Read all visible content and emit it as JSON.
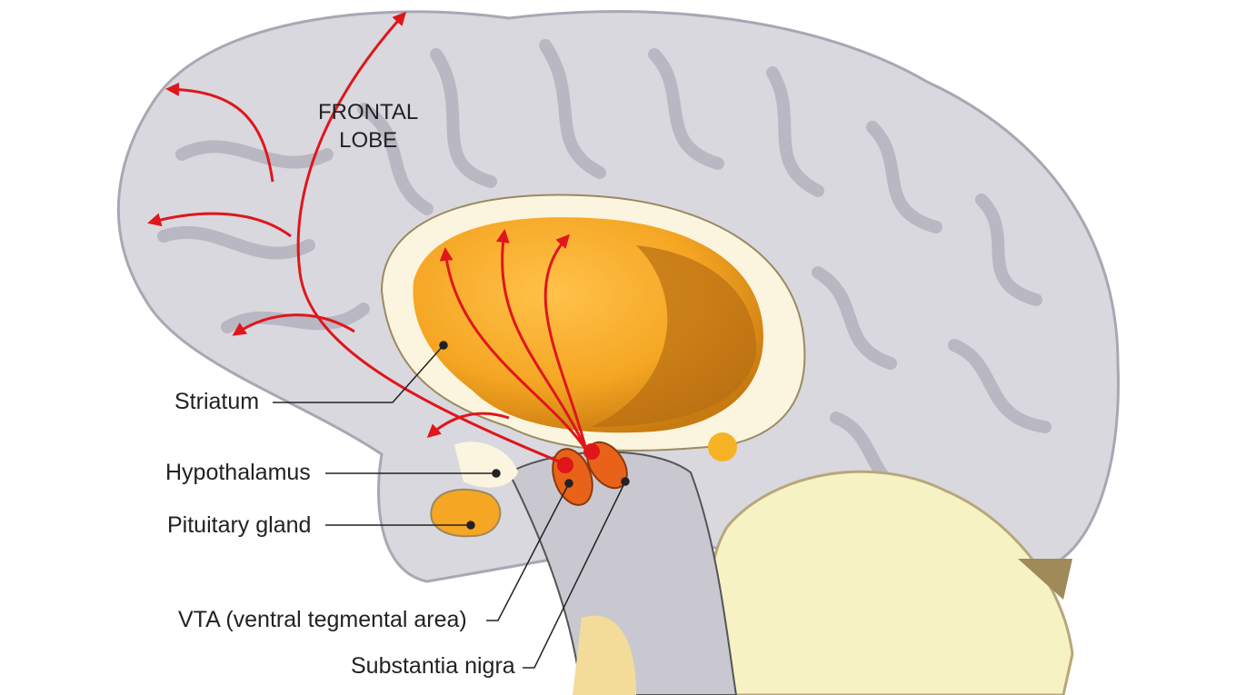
{
  "title_lines": [
    "FRONTAL",
    "LOBE"
  ],
  "labels": {
    "striatum": "Striatum",
    "hypothalamus": "Hypothalamus",
    "pituitary": "Pituitary gland",
    "vta": "VTA (ventral tegmental area)",
    "substantia_nigra": "Substantia nigra"
  },
  "colors": {
    "brain": "#d9d8df",
    "brain_fold": "#b9b7c2",
    "striatum": "#f5a623",
    "striatum_dark": "#b86e12",
    "pathway": "#e0161b",
    "cerebellum": "#f7f2c4",
    "nucleus": "#e8621a"
  }
}
